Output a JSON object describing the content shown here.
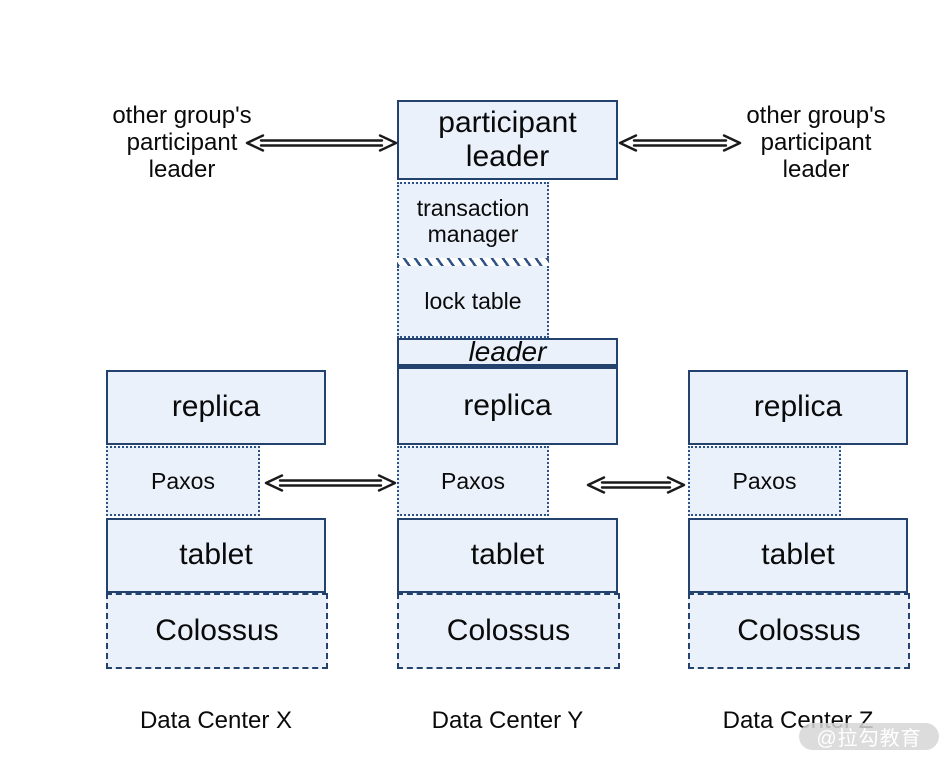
{
  "colors": {
    "box_fill": "#eaf1fb",
    "border": "#24426e",
    "dotted": "#2f5286",
    "arrow": "#1a1a1a",
    "watermark_bg": "rgba(214,214,214,0.85)",
    "watermark_text": "#ffffff"
  },
  "top": {
    "other_group_left": "other group's participant leader",
    "other_group_right": "other group's participant leader",
    "participant_leader": "participant leader",
    "transaction_manager": "transaction manager",
    "lock_table": "lock table",
    "leader": "leader"
  },
  "columns": [
    {
      "replica": "replica",
      "paxos": "Paxos",
      "tablet": "tablet",
      "colossus": "Colossus",
      "label": "Data Center X"
    },
    {
      "replica": "replica",
      "paxos": "Paxos",
      "tablet": "tablet",
      "colossus": "Colossus",
      "label": "Data Center Y"
    },
    {
      "replica": "replica",
      "paxos": "Paxos",
      "tablet": "tablet",
      "colossus": "Colossus",
      "label": "Data Center Z"
    }
  ],
  "watermark": "@拉勾教育"
}
